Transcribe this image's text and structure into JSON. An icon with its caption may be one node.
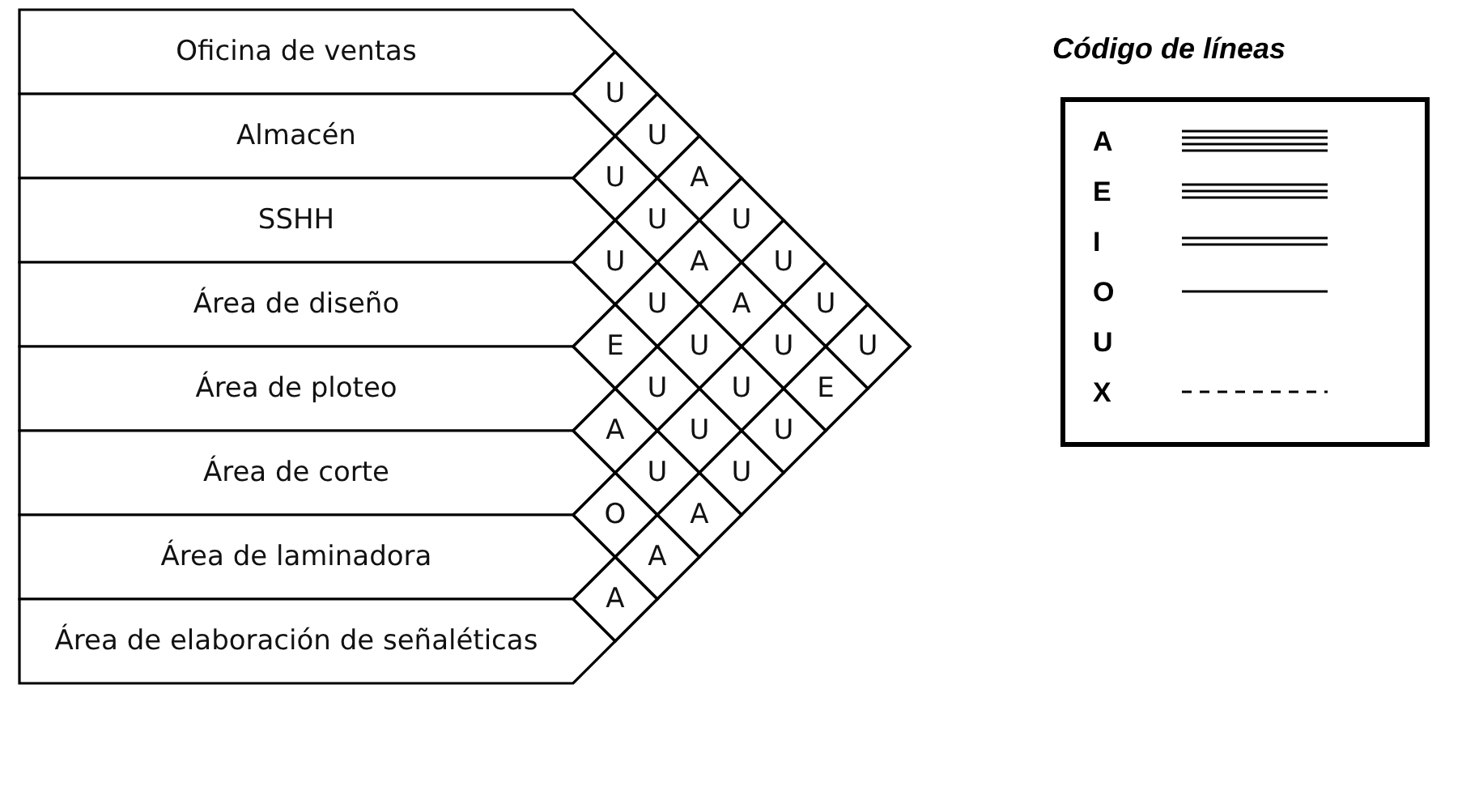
{
  "diagram": {
    "nodes": [
      {
        "text": [
          "Oficina de ventas"
        ]
      },
      {
        "text": [
          "Almacén"
        ]
      },
      {
        "text": [
          "SSHH"
        ]
      },
      {
        "text": [
          "Área de diseño"
        ]
      },
      {
        "text": [
          "Área de ploteo"
        ]
      },
      {
        "text": [
          "Área de corte"
        ]
      },
      {
        "text": [
          "Área de laminadora"
        ]
      },
      {
        "text": [
          "Área de elaboración de señaléticas"
        ]
      },
      {
        "text": [
          "U"
        ]
      },
      {
        "text": [
          "U"
        ]
      },
      {
        "text": [
          "U"
        ]
      },
      {
        "text": [
          "A"
        ]
      },
      {
        "text": [
          "U"
        ]
      },
      {
        "text": [
          "U"
        ]
      },
      {
        "text": [
          "U"
        ]
      },
      {
        "text": [
          "A"
        ]
      },
      {
        "text": [
          "U"
        ]
      },
      {
        "text": [
          "U"
        ]
      },
      {
        "text": [
          "A"
        ]
      },
      {
        "text": [
          "U"
        ]
      },
      {
        "text": [
          "E"
        ]
      },
      {
        "text": [
          "U"
        ]
      },
      {
        "text": [
          "U"
        ]
      },
      {
        "text": [
          "U"
        ]
      },
      {
        "text": [
          "U"
        ]
      },
      {
        "text": [
          "U"
        ]
      },
      {
        "text": [
          "E"
        ]
      },
      {
        "text": [
          "A"
        ]
      },
      {
        "text": [
          "U"
        ]
      },
      {
        "text": [
          "U"
        ]
      },
      {
        "text": [
          "U"
        ]
      },
      {
        "text": [
          "U"
        ]
      },
      {
        "text": [
          "O"
        ]
      },
      {
        "text": [
          "A"
        ]
      },
      {
        "text": [
          "A"
        ]
      },
      {
        "text": [
          "A"
        ]
      }
    ],
    "labels": [
      "Código de líneas"
    ],
    "legend": [
      {
        "text": "A"
      },
      {
        "text": "E"
      },
      {
        "text": "I"
      },
      {
        "text": "O"
      },
      {
        "text": "U"
      },
      {
        "text": "X"
      }
    ]
  }
}
